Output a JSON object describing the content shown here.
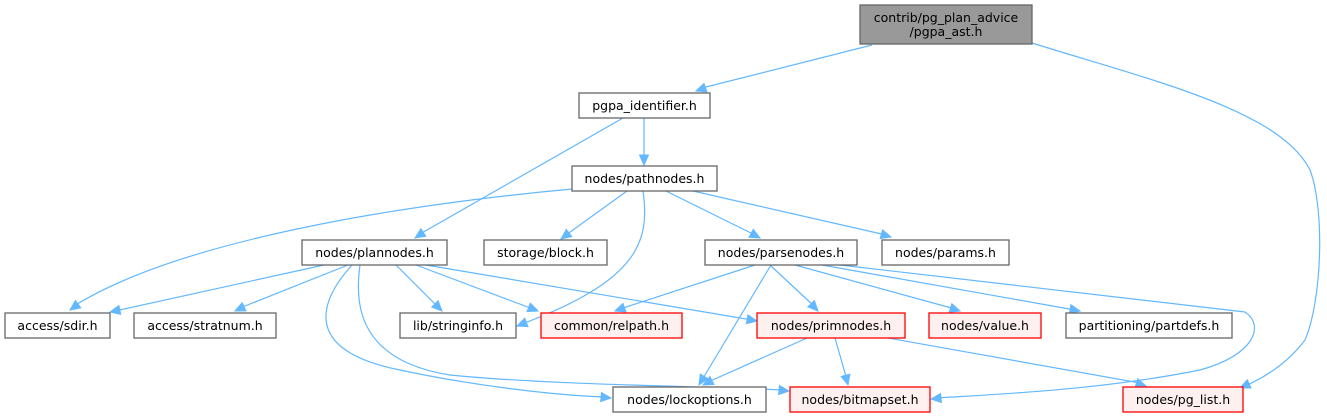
{
  "diagram": {
    "title": "include dependency graph",
    "nodes": [
      {
        "id": "root",
        "lines": [
          "contrib/pg_plan_advice",
          "/pgpa_ast.h"
        ],
        "style": "root"
      },
      {
        "id": "pgpa_identifier",
        "lines": [
          "pgpa_identifier.h"
        ],
        "style": "normal"
      },
      {
        "id": "pathnodes",
        "lines": [
          "nodes/pathnodes.h"
        ],
        "style": "normal"
      },
      {
        "id": "plannodes",
        "lines": [
          "nodes/plannodes.h"
        ],
        "style": "normal"
      },
      {
        "id": "block",
        "lines": [
          "storage/block.h"
        ],
        "style": "normal"
      },
      {
        "id": "parsenodes",
        "lines": [
          "nodes/parsenodes.h"
        ],
        "style": "normal"
      },
      {
        "id": "params",
        "lines": [
          "nodes/params.h"
        ],
        "style": "normal"
      },
      {
        "id": "sdir",
        "lines": [
          "access/sdir.h"
        ],
        "style": "normal"
      },
      {
        "id": "stratnum",
        "lines": [
          "access/stratnum.h"
        ],
        "style": "normal"
      },
      {
        "id": "stringinfo",
        "lines": [
          "lib/stringinfo.h"
        ],
        "style": "normal"
      },
      {
        "id": "relpath",
        "lines": [
          "common/relpath.h"
        ],
        "style": "missing"
      },
      {
        "id": "primnodes",
        "lines": [
          "nodes/primnodes.h"
        ],
        "style": "missing"
      },
      {
        "id": "value",
        "lines": [
          "nodes/value.h"
        ],
        "style": "missing"
      },
      {
        "id": "partdefs",
        "lines": [
          "partitioning/partdefs.h"
        ],
        "style": "normal"
      },
      {
        "id": "lockoptions",
        "lines": [
          "nodes/lockoptions.h"
        ],
        "style": "normal"
      },
      {
        "id": "bitmapset",
        "lines": [
          "nodes/bitmapset.h"
        ],
        "style": "missing"
      },
      {
        "id": "pg_list",
        "lines": [
          "nodes/pg_list.h"
        ],
        "style": "missing"
      }
    ],
    "edges": [
      {
        "from": "root",
        "to": "pgpa_identifier"
      },
      {
        "from": "root",
        "to": "pg_list"
      },
      {
        "from": "pgpa_identifier",
        "to": "pathnodes"
      },
      {
        "from": "pgpa_identifier",
        "to": "plannodes"
      },
      {
        "from": "pathnodes",
        "to": "sdir"
      },
      {
        "from": "pathnodes",
        "to": "block"
      },
      {
        "from": "pathnodes",
        "to": "stringinfo"
      },
      {
        "from": "pathnodes",
        "to": "parsenodes"
      },
      {
        "from": "pathnodes",
        "to": "params"
      },
      {
        "from": "plannodes",
        "to": "sdir"
      },
      {
        "from": "plannodes",
        "to": "stratnum"
      },
      {
        "from": "plannodes",
        "to": "stringinfo"
      },
      {
        "from": "plannodes",
        "to": "relpath"
      },
      {
        "from": "plannodes",
        "to": "primnodes"
      },
      {
        "from": "plannodes",
        "to": "lockoptions"
      },
      {
        "from": "plannodes",
        "to": "bitmapset"
      },
      {
        "from": "parsenodes",
        "to": "relpath"
      },
      {
        "from": "parsenodes",
        "to": "primnodes"
      },
      {
        "from": "parsenodes",
        "to": "value"
      },
      {
        "from": "parsenodes",
        "to": "partdefs"
      },
      {
        "from": "parsenodes",
        "to": "lockoptions"
      },
      {
        "from": "parsenodes",
        "to": "bitmapset"
      },
      {
        "from": "primnodes",
        "to": "lockoptions"
      },
      {
        "from": "primnodes",
        "to": "bitmapset"
      },
      {
        "from": "primnodes",
        "to": "pg_list"
      }
    ],
    "colors": {
      "edge": "#63b8ff",
      "root_fill": "#999999",
      "normal_fill": "#ffffff",
      "missing_fill": "#fff0f0",
      "missing_border": "#ff0000",
      "border": "#666666"
    }
  }
}
